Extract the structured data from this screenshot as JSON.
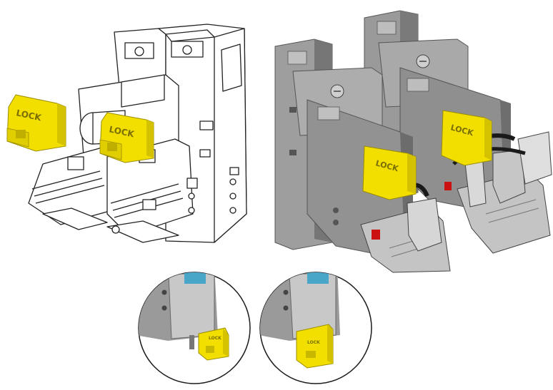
{
  "figure": {
    "lock_label": "LOCK",
    "colors": {
      "lock_yellow": "#f2df00",
      "lock_yellow_shade": "#c9b800",
      "housing_gray": "#8c8c8c",
      "housing_light": "#b9b9b9",
      "housing_dark": "#5e5e5e",
      "outline": "#222222",
      "indicator_red": "#cc1111",
      "cable_black": "#1a1a1a",
      "window_blue": "#4aa6c9",
      "circle_border": "#1a1a1a"
    },
    "panels": [
      {
        "id": "outline-assembly",
        "style": "line-drawing",
        "lock_count": 2
      },
      {
        "id": "gray-assembly",
        "style": "rendered",
        "lock_count": 2
      },
      {
        "id": "detail-unlocked",
        "style": "inset-circle"
      },
      {
        "id": "detail-locked",
        "style": "inset-circle"
      }
    ]
  }
}
